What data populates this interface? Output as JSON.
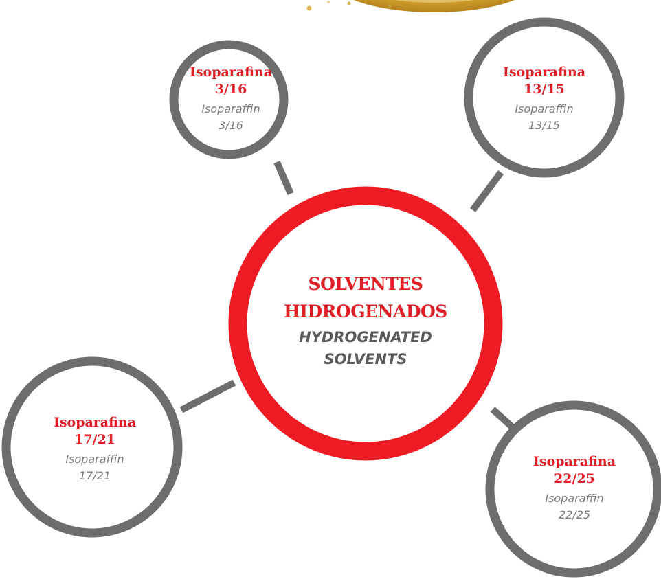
{
  "colors": {
    "accent": "#ed1c24",
    "ring": "#6d6d6d",
    "title_red": "#e01e26",
    "subtitle_gray": "#7a7a7a",
    "decor_gold": "#e0b23a"
  },
  "center": {
    "title_line1": "SOLVENTES",
    "title_line2": "HIDROGENADOS",
    "subtitle_line1": "HYDROGENATED",
    "subtitle_line2": "SOLVENTS"
  },
  "nodes": [
    {
      "title_line1": "Isoparafina",
      "title_line2": "3/16",
      "subtitle_line1": "Isoparaffin",
      "subtitle_line2": "3/16"
    },
    {
      "title_line1": "Isoparafina",
      "title_line2": "13/15",
      "subtitle_line1": "Isoparaffin",
      "subtitle_line2": "13/15"
    },
    {
      "title_line1": "Isoparafina",
      "title_line2": "17/21",
      "subtitle_line1": "Isoparaffin",
      "subtitle_line2": "17/21"
    },
    {
      "title_line1": "Isoparafina",
      "title_line2": "22/25",
      "subtitle_line1": "Isoparaffin",
      "subtitle_line2": "22/25"
    }
  ]
}
